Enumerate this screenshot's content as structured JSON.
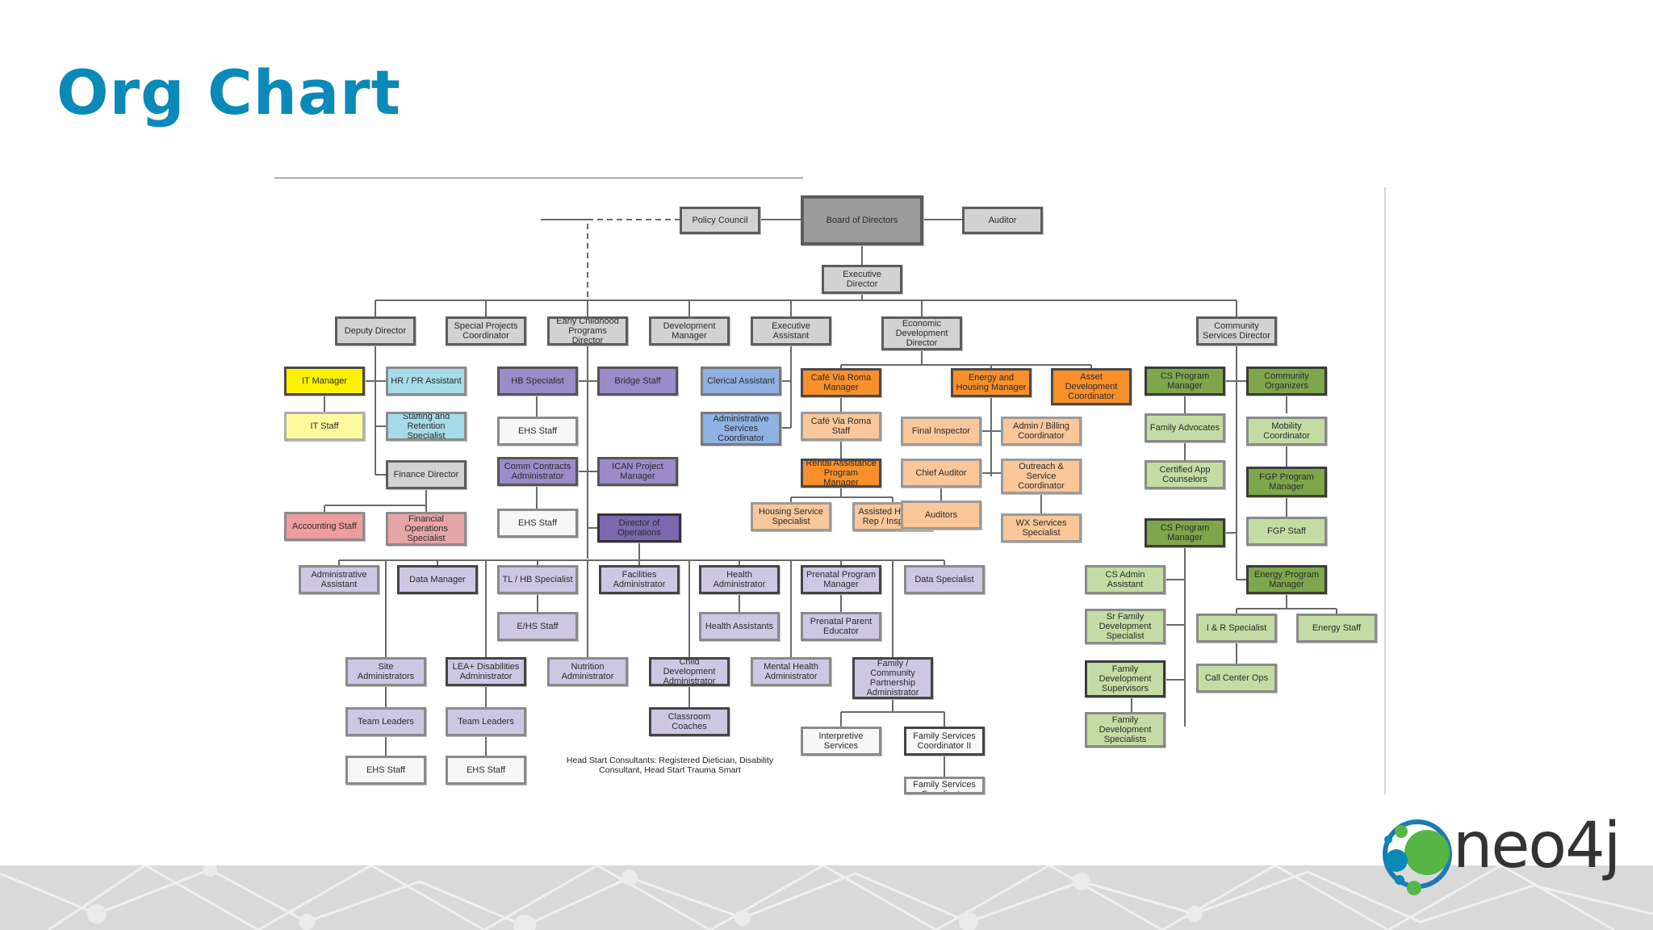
{
  "slide": {
    "title": "Org Chart"
  },
  "brand": {
    "name": "neo4j",
    "colors": {
      "blue": "#0b89b8",
      "green": "#55b645",
      "ring": "#1f78b4"
    }
  },
  "org": {
    "board": "Board of Directors",
    "policy_council": "Policy Council",
    "auditor": "Auditor",
    "executive_director": "Executive Director",
    "deputy_director": "Deputy Director",
    "special_projects": "Special Projects Coordinator",
    "early_childhood": "Early Childhood Programs Director",
    "development_manager": "Development Manager",
    "executive_assistant": "Executive Assistant",
    "economic_dev": "Economic Development Director",
    "community_services": "Community Services Director",
    "it_manager": "IT Manager",
    "it_staff": "IT Staff",
    "hr_pr": "HR / PR Assistant",
    "staffing": "Staffing and Retention Specialist",
    "finance_director": "Finance Director",
    "accounting_staff": "Accounting Staff",
    "financial_ops": "Financial Operations Specialist",
    "hb_specialist": "HB Specialist",
    "bridge_staff": "Bridge Staff",
    "ehs_staff_1": "EHS Staff",
    "comm_contracts": "Comm Contracts Administrator",
    "ican": "ICAN Project Manager",
    "ehs_staff_2": "EHS Staff",
    "director_operations": "Director of Operations",
    "clerical": "Clerical Assistant",
    "admin_services": "Administrative Services Coordinator",
    "cafe_manager": "Café Via Roma Manager",
    "cafe_staff": "Café Via Roma Staff",
    "rental": "Rental Assistance Program Manager",
    "housing_service": "Housing Service Specialist",
    "assisted_housing": "Assisted Housing Rep / Inspector",
    "energy_housing": "Energy and Housing Manager",
    "final_inspector": "Final Inspector",
    "chief_auditor": "Chief Auditor",
    "auditors": "Auditors",
    "admin_billing": "Admin / Billing Coordinator",
    "outreach": "Outreach & Service Coordinator",
    "wx_services": "WX Services Specialist",
    "asset_dev": "Asset Development Coordinator",
    "cs_program_1": "CS Program Manager",
    "family_advocates": "Family Advocates",
    "certified_app": "Certified App Counselors",
    "cs_program_2": "CS Program Manager",
    "community_organizers": "Community Organizers",
    "mobility": "Mobility Coordinator",
    "fgp_manager": "FGP Program Manager",
    "fgp_staff": "FGP Staff",
    "energy_program": "Energy Program Manager",
    "ir_specialist": "I & R Specialist",
    "energy_staff": "Energy Staff",
    "call_center": "Call Center Ops",
    "cs_admin": "CS Admin Assistant",
    "sr_family_dev": "Sr Family Development Specialist",
    "family_dev_sup": "Family Development Supervisors",
    "family_dev_spec": "Family Development Specialists",
    "admin_assistant": "Administrative Assistant",
    "data_manager": "Data Manager",
    "tl_hb": "TL / HB Specialist",
    "ehs_staff_3": "E/HS Staff",
    "facilities": "Facilities Administrator",
    "health_admin": "Health Administrator",
    "health_assistants": "Health Assistants",
    "prenatal_manager": "Prenatal Program Manager",
    "prenatal_educator": "Prenatal Parent Educator",
    "data_specialist": "Data Specialist",
    "site_admins": "Site Administrators",
    "team_leaders_1": "Team Leaders",
    "ehs_staff_4": "EHS Staff",
    "lea_disabilities": "LEA+ Disabilities Administrator",
    "team_leaders_2": "Team Leaders",
    "ehs_staff_5": "EHS Staff",
    "nutrition": "Nutrition Administrator",
    "child_dev": "Child Development Administrator",
    "classroom_coaches": "Classroom Coaches",
    "mental_health": "Mental Health Administrator",
    "family_community": "Family / Community Partnership Administrator",
    "interpretive": "Interpretive Services",
    "family_services_2": "Family Services Coordinator II",
    "family_services_1": "Family Services Coordinator",
    "consultants_note": "Head Start Consultants: Registered Dietician, Disability Consultant, Head Start Trauma Smart"
  }
}
